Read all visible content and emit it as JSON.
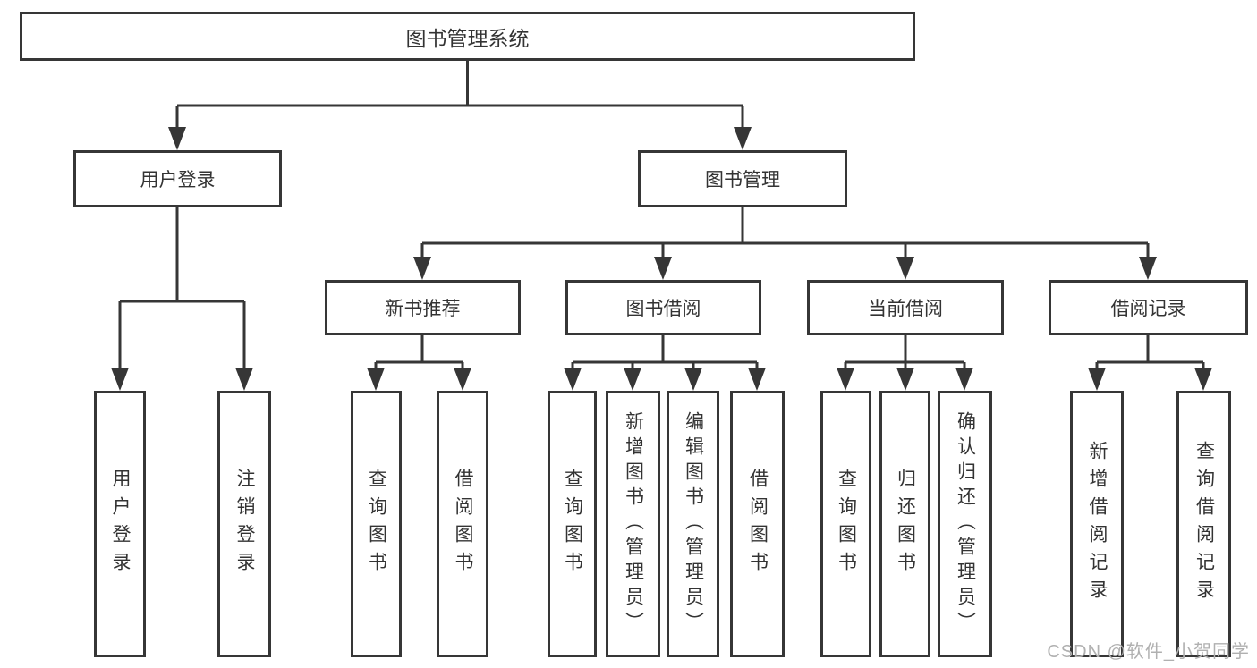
{
  "diagram": {
    "root": "图书管理系统",
    "level2": [
      "用户登录",
      "图书管理"
    ],
    "level3": [
      "新书推荐",
      "图书借阅",
      "当前借阅",
      "借阅记录"
    ],
    "leaf_groups": [
      {
        "parent": "用户登录",
        "items": [
          "用户登录",
          "注销登录"
        ]
      },
      {
        "parent": "新书推荐",
        "items": [
          "查询图书",
          "借阅图书"
        ]
      },
      {
        "parent": "图书借阅",
        "items": [
          "查询图书",
          "新增图书（管理员）",
          "编辑图书（管理员）",
          "借阅图书"
        ]
      },
      {
        "parent": "当前借阅",
        "items": [
          "查询图书",
          "归还图书",
          "确认归还（管理员）"
        ]
      },
      {
        "parent": "借阅记录",
        "items": [
          "新增借阅记录",
          "查询借阅记录"
        ]
      }
    ]
  },
  "watermark": "CSDN @软件_小贺同学",
  "colors": {
    "line": "#363636",
    "text": "#333333",
    "watermark": "#b0b0b0",
    "background": "#ffffff"
  }
}
